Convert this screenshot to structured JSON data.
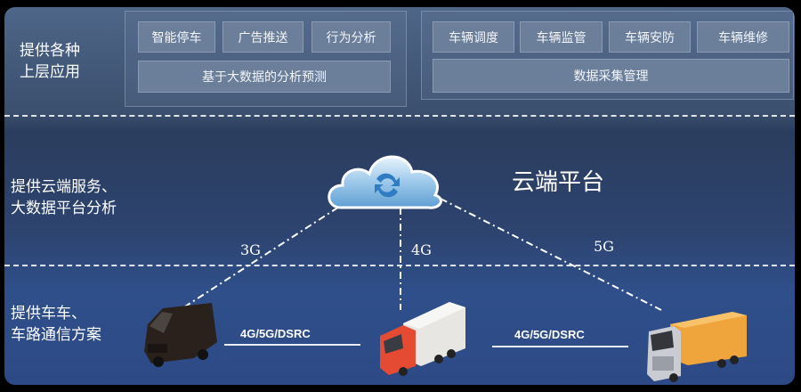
{
  "layers": {
    "application": {
      "label_line1": "提供各种",
      "label_line2": "上层应用"
    },
    "cloud": {
      "label_line1": "提供云端服务、",
      "label_line2": "大数据平台分析",
      "title": "云端平台"
    },
    "vehicle": {
      "label_line1": "提供车车、",
      "label_line2": "车路通信方案"
    }
  },
  "left_group": {
    "buttons": [
      "智能停车",
      "广告推送",
      "行为分析"
    ],
    "wide": "基于大数据的分析预测"
  },
  "right_group": {
    "buttons": [
      "车辆调度",
      "车辆监管",
      "车辆安防",
      "车辆维修"
    ],
    "wide": "数据采集管理"
  },
  "links": {
    "van": "3G",
    "red_truck": "4G",
    "yellow_truck": "5G"
  },
  "v2v": [
    "4G/5G/DSRC",
    "4G/5G/DSRC"
  ]
}
